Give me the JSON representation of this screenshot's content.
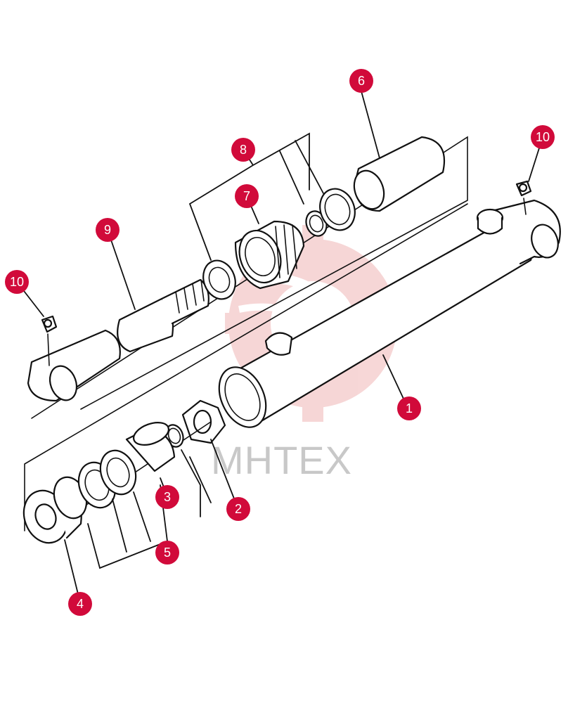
{
  "colors": {
    "callout": "#d10a3a",
    "callout_text": "#ffffff",
    "line": "#111111",
    "watermark_gear": "#f4c9c9",
    "watermark_text": "#c8c8c8"
  },
  "watermark": {
    "text": "MHTEX"
  },
  "callouts": [
    {
      "id": "1",
      "label": "1"
    },
    {
      "id": "2",
      "label": "2"
    },
    {
      "id": "3",
      "label": "3"
    },
    {
      "id": "4",
      "label": "4"
    },
    {
      "id": "5",
      "label": "5"
    },
    {
      "id": "6",
      "label": "6"
    },
    {
      "id": "7",
      "label": "7"
    },
    {
      "id": "8",
      "label": "8"
    },
    {
      "id": "9",
      "label": "9"
    },
    {
      "id": "10a",
      "label": "10"
    },
    {
      "id": "10b",
      "label": "10"
    }
  ]
}
